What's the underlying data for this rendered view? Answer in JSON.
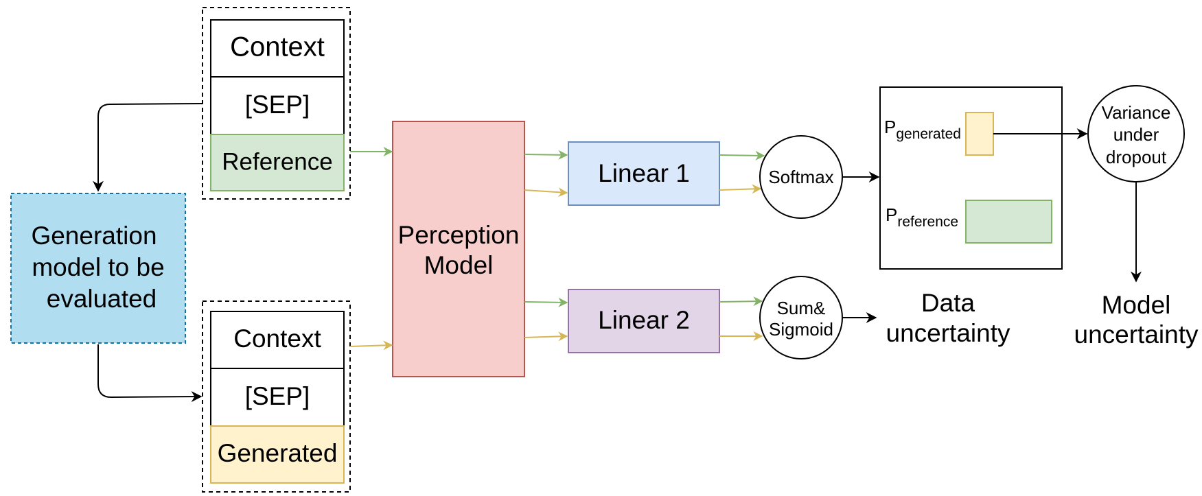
{
  "top_input": {
    "context": "Context",
    "sep": "[SEP]",
    "reference": "Reference"
  },
  "bottom_input": {
    "context": "Context",
    "sep": "[SEP]",
    "generated": "Generated"
  },
  "generation_model": {
    "line1": "Generation",
    "line2": "model to be",
    "line3": "evaluated"
  },
  "perception_model": {
    "line1": "Perception",
    "line2": "Model"
  },
  "linear1": "Linear 1",
  "linear2": "Linear 2",
  "softmax": "Softmax",
  "sum_sigmoid": {
    "line1": "Sum&",
    "line2": "Sigmoid"
  },
  "prob_box": {
    "p_generated": {
      "base": "P",
      "sub": "generated"
    },
    "p_reference": {
      "base": "P",
      "sub": "reference"
    }
  },
  "variance": {
    "line1": "Variance",
    "line2": "under",
    "line3": "dropout"
  },
  "data_uncertainty": {
    "line1": "Data",
    "line2": "uncertainty"
  },
  "model_uncertainty": {
    "line1": "Model",
    "line2": "uncertainty"
  },
  "colors": {
    "reference_fill": "#d5e8d4",
    "reference_stroke": "#82b366",
    "generated_fill": "#fff2cc",
    "generated_stroke": "#d6b656",
    "generation_model_fill": "#b1ddf0",
    "generation_model_stroke": "#10739e",
    "perception_fill": "#f8cecc",
    "perception_stroke": "#b85450",
    "linear1_fill": "#dae8fc",
    "linear1_stroke": "#6c8ebf",
    "linear2_fill": "#e1d5e7",
    "linear2_stroke": "#9673a6",
    "green_arrow": "#82b366",
    "yellow_arrow": "#d6b656"
  }
}
